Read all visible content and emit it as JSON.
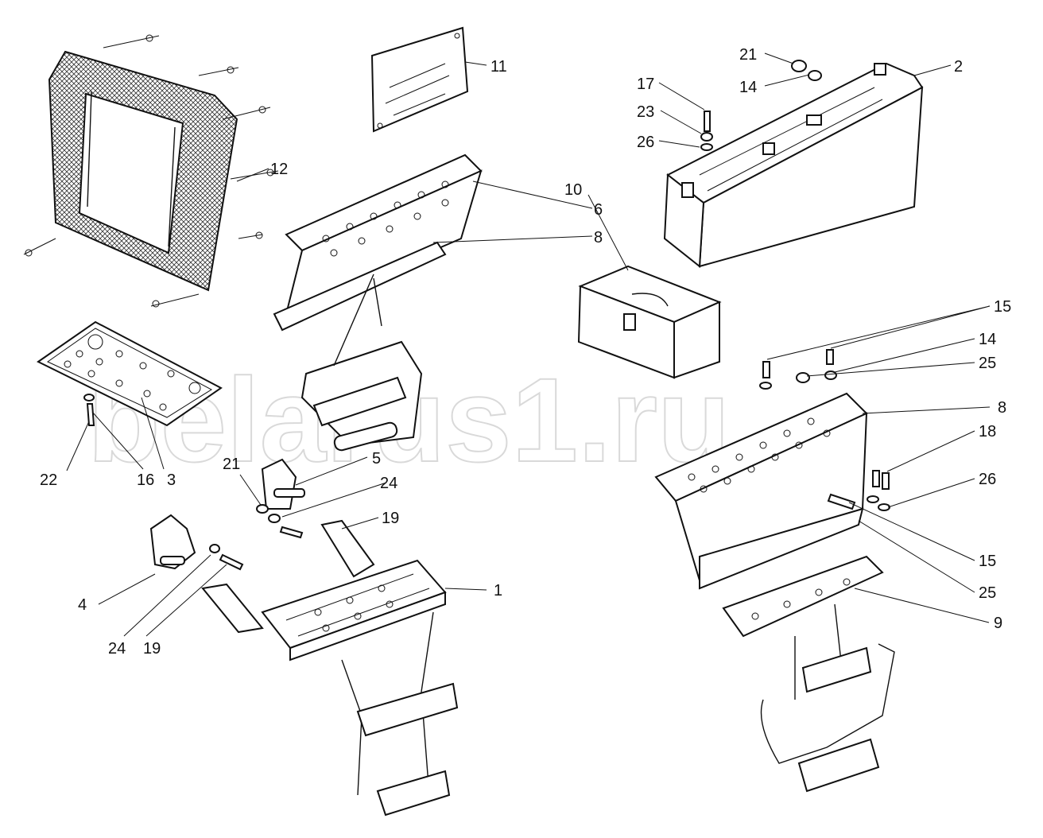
{
  "watermark": "belarus1.ru",
  "callouts": [
    {
      "id": "c1",
      "text": "1"
    },
    {
      "id": "c2",
      "text": "2"
    },
    {
      "id": "c3",
      "text": "3"
    },
    {
      "id": "c4",
      "text": "4"
    },
    {
      "id": "c5",
      "text": "5"
    },
    {
      "id": "c6",
      "text": "6"
    },
    {
      "id": "c8a",
      "text": "8"
    },
    {
      "id": "c8b",
      "text": "8"
    },
    {
      "id": "c9",
      "text": "9"
    },
    {
      "id": "c10",
      "text": "10"
    },
    {
      "id": "c11",
      "text": "11"
    },
    {
      "id": "c12",
      "text": "12"
    },
    {
      "id": "c14a",
      "text": "14"
    },
    {
      "id": "c14b",
      "text": "14"
    },
    {
      "id": "c15a",
      "text": "15"
    },
    {
      "id": "c15b",
      "text": "15"
    },
    {
      "id": "c16",
      "text": "16"
    },
    {
      "id": "c17",
      "text": "17"
    },
    {
      "id": "c18",
      "text": "18"
    },
    {
      "id": "c19a",
      "text": "19"
    },
    {
      "id": "c19b",
      "text": "19"
    },
    {
      "id": "c21a",
      "text": "21"
    },
    {
      "id": "c21b",
      "text": "21"
    },
    {
      "id": "c22",
      "text": "22"
    },
    {
      "id": "c23",
      "text": "23"
    },
    {
      "id": "c24a",
      "text": "24"
    },
    {
      "id": "c24b",
      "text": "24"
    },
    {
      "id": "c25a",
      "text": "25"
    },
    {
      "id": "c25b",
      "text": "25"
    },
    {
      "id": "c26a",
      "text": "26"
    },
    {
      "id": "c26b",
      "text": "26"
    }
  ]
}
